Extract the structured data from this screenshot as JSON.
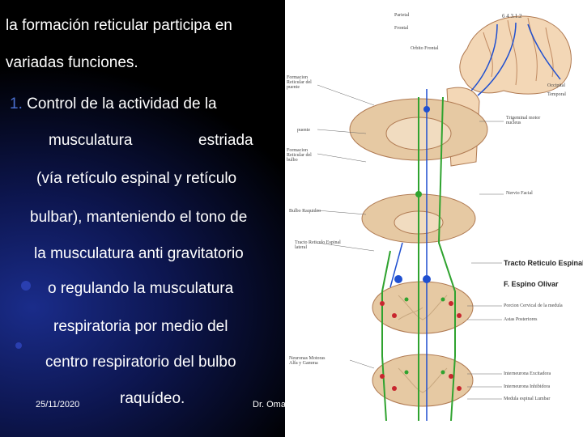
{
  "slide": {
    "lines": [
      "la formación reticular participa en",
      "variadas funciones.",
      "Control de la actividad de la",
      "musculatura",
      "estriada",
      "(vía retículo espinal y retículo",
      "bulbar), manteniendo el tono de",
      "la musculatura anti gravitatorio",
      "o regulando la musculatura",
      "respiratoria por medio del",
      "centro respiratorio del bulbo",
      "raquídeo."
    ],
    "bullet_number": "1.",
    "footer_date": "25/11/2020",
    "footer_author": "Dr. Omar"
  },
  "figure": {
    "labels": {
      "parietal": "Parietal",
      "frontal": "Frontal",
      "orbito_frontal": "Orbito Frontal",
      "formacion_puente": "Formacion Reticular del puente",
      "puente": "puente",
      "formacion_bulbo": "Formacion Reticular del bulbo",
      "bulbo_raquideo": "Bulbo Raquideo",
      "tracto_lateral": "Tracto Reticulo Espinal lateral",
      "neuronas_motoras": "Neuronas Motoras Alfa y Gamma",
      "occipital": "Occipital",
      "temporal": "Temporal",
      "trigeminal": "Trigeminal motor nucleus",
      "nervio_facial": "Nervio Facial",
      "tracto_espinal": "Tracto Reticulo Espinal",
      "espino_olivar": "F. Espino Olivar",
      "porcion_cervical": "Porcion Cervical de la medula",
      "astas_posteriores": "Astas Posteriores",
      "interneurona_excitadora": "Interneurona Excitadora",
      "interneurona_inhibidora": "Interneurona Inhibidora",
      "medula_lumbar": "Medula espinal Lumbar",
      "area_numbers": "6  4  3.1.2"
    },
    "colors": {
      "brain": "#f3d7b6",
      "tract_green": "#2fa32f",
      "tract_blue": "#1f4fd0",
      "cell_red": "#c8262e",
      "section": "#e6c9a3"
    }
  }
}
